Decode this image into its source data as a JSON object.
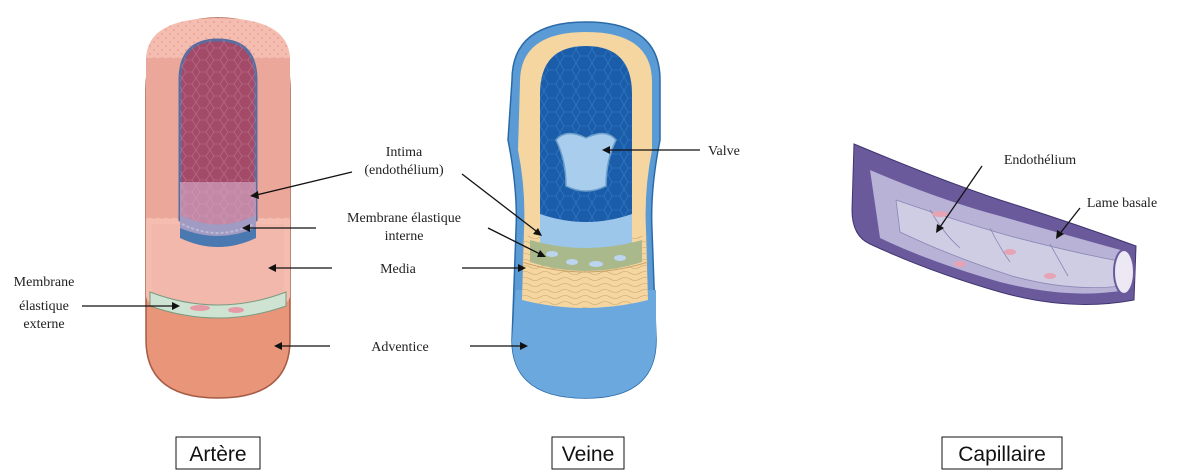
{
  "labels": {
    "intima_line1": "Intima",
    "intima_line2": "(endothélium)",
    "membrane_interne_line1": "Membrane élastique",
    "membrane_interne_line2": "interne",
    "media": "Media",
    "adventice": "Adventice",
    "membrane_externe_line1": "Membrane",
    "membrane_externe_line2": "élastique",
    "membrane_externe_line3": "externe",
    "valve": "Valve",
    "endothelium": "Endothélium",
    "lame_basale": "Lame basale"
  },
  "captions": {
    "artere": "Artère",
    "veine": "Veine",
    "capillaire": "Capillaire"
  },
  "colors": {
    "artery_outer": "#e8957a",
    "artery_media": "#f2b2a4",
    "artery_lumen": "#a24a68",
    "vein_outer": "#5b9bd5",
    "vein_layer": "#f5d6a0",
    "vein_lumen": "#1b5da8",
    "capillary_wall": "#6a5a9c",
    "capillary_cells": "#c9c6dc"
  }
}
